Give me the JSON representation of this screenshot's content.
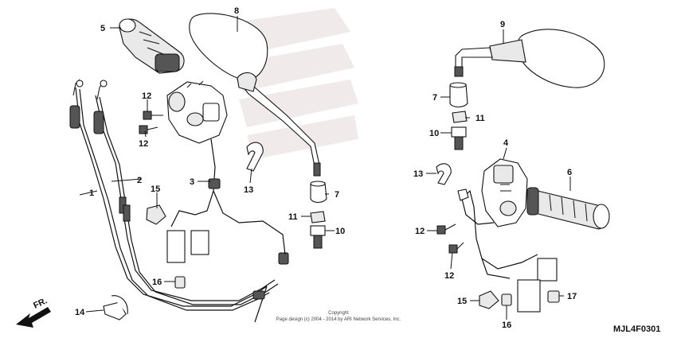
{
  "diagram_code": "MJL4F0301",
  "copyright": {
    "line1": "Copyright",
    "line2": "Page design (c) 2004 - 2014 by ARI Network Services, Inc."
  },
  "front_indicator": "FR.",
  "callouts": {
    "c1": "1",
    "c2": "2",
    "c3": "3",
    "c4": "4",
    "c5": "5",
    "c6": "6",
    "c7a": "7",
    "c7b": "7",
    "c8": "8",
    "c9": "9",
    "c10a": "10",
    "c10b": "10",
    "c11a": "11",
    "c11b": "11",
    "c12a": "12",
    "c12b": "12",
    "c12c": "12",
    "c12d": "12",
    "c13a": "13",
    "c13b": "13",
    "c14": "14",
    "c15a": "15",
    "c15b": "15",
    "c16a": "16",
    "c16b": "16",
    "c17": "17"
  },
  "colors": {
    "line": "#111111",
    "watermark": "#c9b7b7",
    "fill": "#ffffff"
  }
}
